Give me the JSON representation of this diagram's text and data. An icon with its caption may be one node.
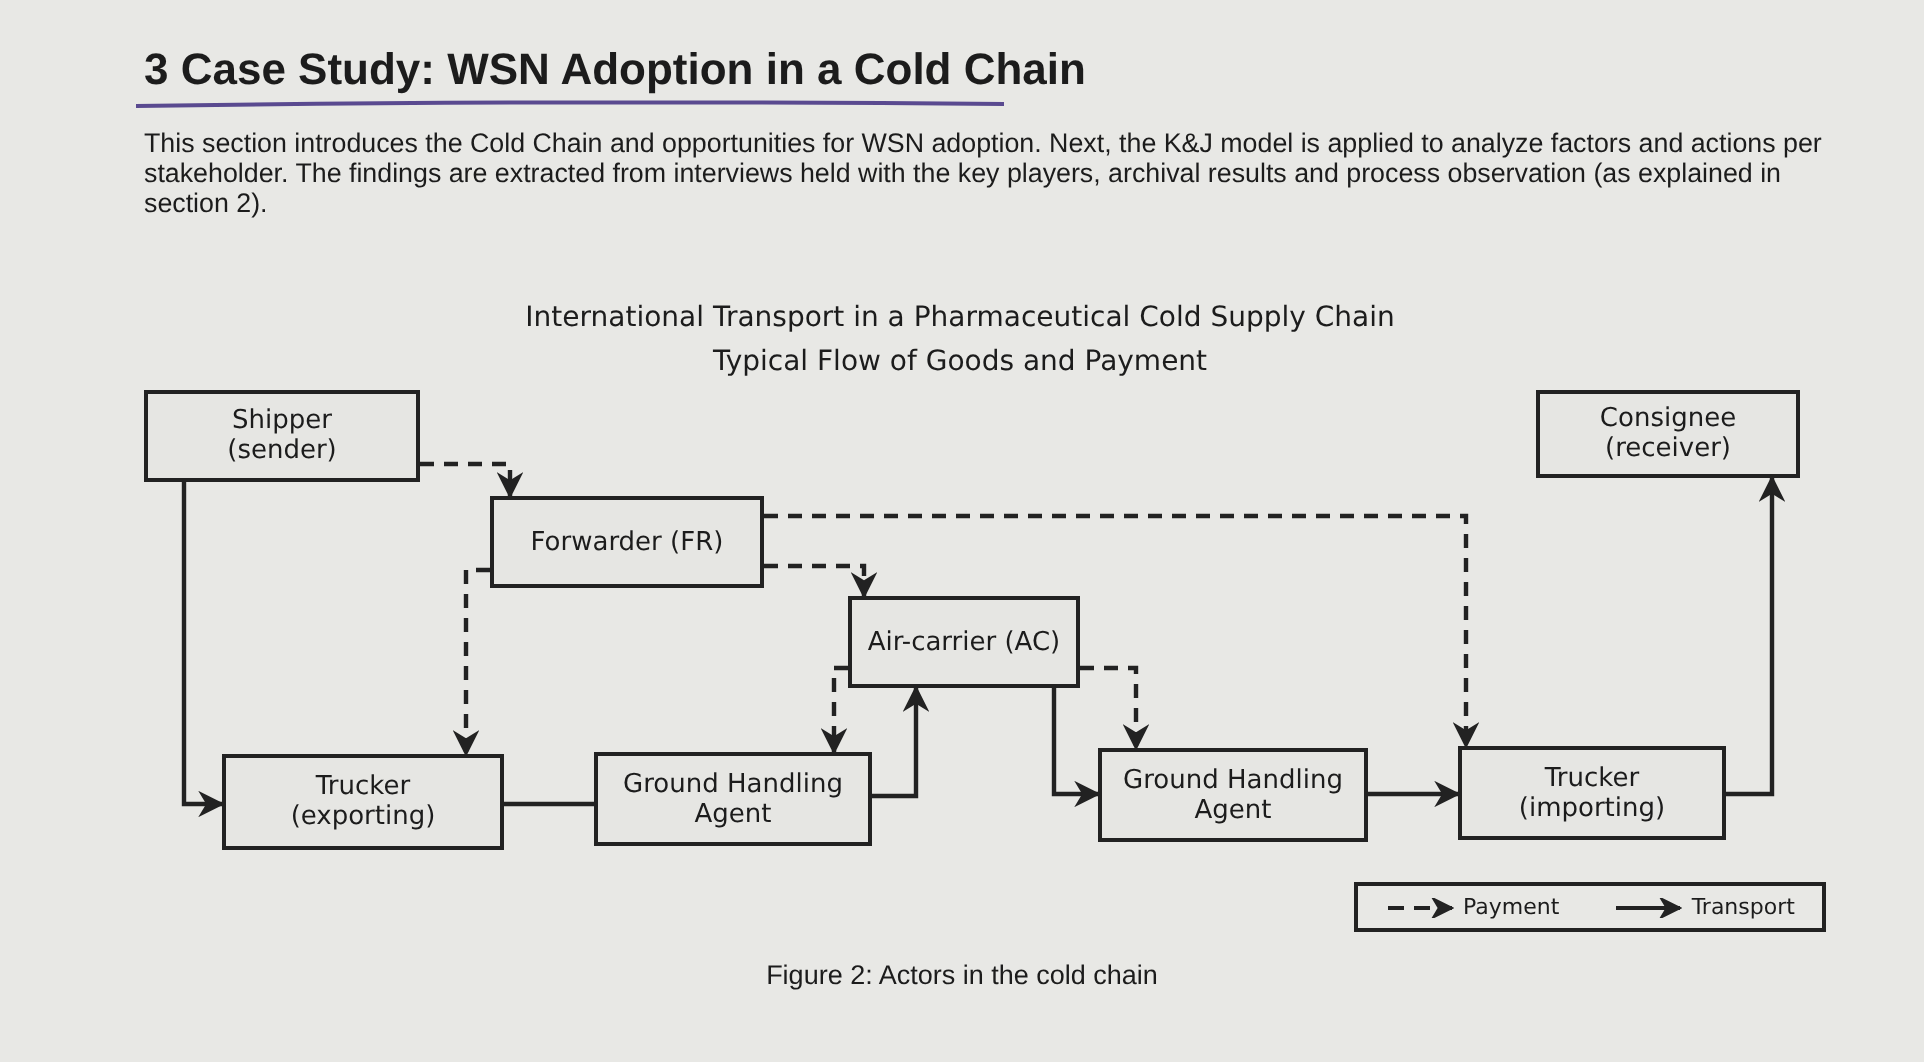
{
  "diagram": {
    "title": "3 Case Study: WSN Adoption in a Cold Chain",
    "caption": "Figure 2: Actors in the cold chain",
    "nodes": [
      {
        "text": [
          "Shipper (sender)"
        ]
      },
      {
        "text": [
          "Forwarder (FR)"
        ]
      },
      {
        "text": [
          "Air-carrier (AC)"
        ]
      },
      {
        "text": [
          "Consignee (receiver)"
        ]
      },
      {
        "text": [
          "Trucker (exporting)"
        ]
      },
      {
        "text": [
          "Ground Handling Agent"
        ]
      },
      {
        "text": [
          "Ground Handling Agent"
        ]
      },
      {
        "text": [
          "Trucker (importing)"
        ]
      }
    ],
    "edges": [
      {
        "from": 0,
        "to": 1,
        "arrow": "to",
        "style": "dashed"
      },
      {
        "from": 0,
        "to": 4,
        "arrow": "to"
      },
      {
        "from": 1,
        "to": 4,
        "arrow": "to",
        "style": "dashed"
      },
      {
        "from": 1,
        "to": 2,
        "arrow": "to",
        "style": "dashed"
      },
      {
        "from": 1,
        "to": 7,
        "arrow": "to",
        "style": "dashed"
      },
      {
        "from": 4,
        "to": 5,
        "arrow": "none"
      },
      {
        "from": 2,
        "to": 5,
        "arrow": "to",
        "style": "dashed"
      },
      {
        "from": 5,
        "to": 2,
        "arrow": "to"
      },
      {
        "from": 2,
        "to": 6,
        "arrow": "to"
      },
      {
        "from": 2,
        "to": 6,
        "arrow": "to",
        "style": "dashed"
      },
      {
        "from": 6,
        "to": 7,
        "arrow": "to"
      },
      {
        "from": 7,
        "to": 3,
        "arrow": "to"
      }
    ],
    "labels": [
      "This section introduces the Cold Chain and opportunities for WSN adoption. Next, the K&J model is applied to analyze factors and actions per stakeholder. The findings are extracted from interviews held with the key players, archival results and process observation (as explained in section 2).",
      "International Transport in a Pharmaceutical Cold Supply Chain",
      "Typical Flow of Goods and Payment"
    ],
    "legend": [
      {
        "text": "Payment"
      },
      {
        "text": "Transport"
      }
    ]
  }
}
